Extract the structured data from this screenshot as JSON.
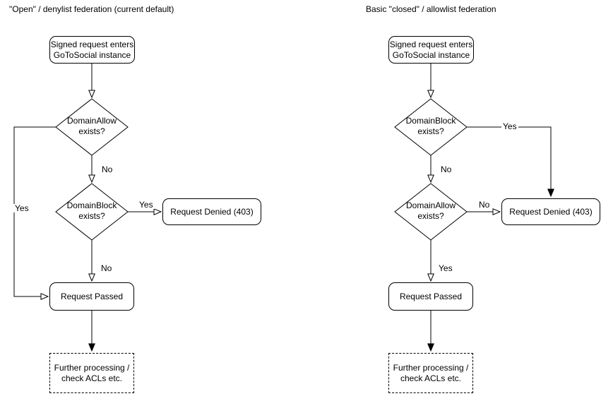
{
  "colors": {
    "stroke": "#000000",
    "node_fill": "#ffffff",
    "text": "#000000",
    "background": "#ffffff"
  },
  "left": {
    "title": "\"Open\" / denylist federation (current default)",
    "start": {
      "line1": "Signed request enters",
      "line2": "GoToSocial instance"
    },
    "decision_allow": {
      "line1": "DomainAllow",
      "line2": "exists?"
    },
    "decision_block": {
      "line1": "DomainBlock",
      "line2": "exists?"
    },
    "denied": "Request Denied (403)",
    "passed": "Request Passed",
    "further": {
      "line1": "Further processing /",
      "line2": "check ACLs etc."
    },
    "labels": {
      "allow_yes": "Yes",
      "allow_no": "No",
      "block_yes": "Yes",
      "block_no": "No"
    }
  },
  "right": {
    "title": "Basic \"closed\" / allowlist federation",
    "start": {
      "line1": "Signed request enters",
      "line2": "GoToSocial instance"
    },
    "decision_block": {
      "line1": "DomainBlock",
      "line2": "exists?"
    },
    "decision_allow": {
      "line1": "DomainAllow",
      "line2": "exists?"
    },
    "denied": "Request Denied (403)",
    "passed": "Request Passed",
    "further": {
      "line1": "Further processing /",
      "line2": "check ACLs etc."
    },
    "labels": {
      "block_yes": "Yes",
      "block_no": "No",
      "allow_no": "No",
      "allow_yes": "Yes"
    }
  }
}
